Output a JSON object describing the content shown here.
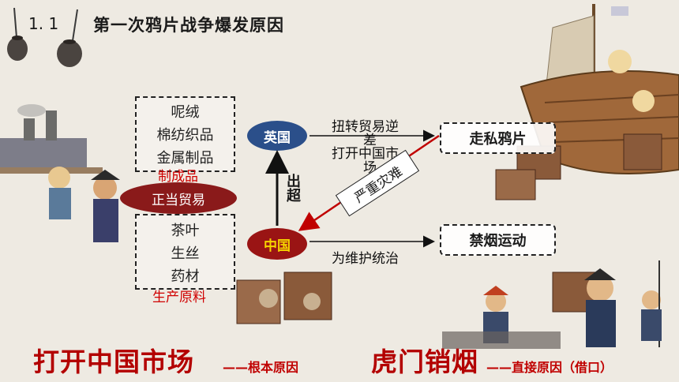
{
  "header": {
    "section_number": "1. 1",
    "title": "第一次鸦片战争爆发原因"
  },
  "left": {
    "manufactured_goods": [
      "呢绒",
      "棉纺织品",
      "金属制品"
    ],
    "manufactured_label": "制成品",
    "trade_label": "正当贸易",
    "raw_goods": [
      "茶叶",
      "生丝",
      "药材"
    ],
    "raw_label": "生产原料"
  },
  "center": {
    "britain": "英国",
    "china": "中国",
    "deficit": "出超",
    "reason_top_line1": "扭转贸易逆",
    "reason_top_line1_cont": "差",
    "reason_top_line2": "打开中国市",
    "reason_top_line2_cont": "场",
    "disaster": "严重灾难",
    "reason_bottom": "为维护统治"
  },
  "right": {
    "smuggling": "走私鸦片",
    "ban": "禁烟运动"
  },
  "bottom": {
    "open_market": "打开中国市场",
    "root_cause": "——根本原因",
    "humen": "虎门销烟",
    "direct_cause": "——直接原因（借口）"
  },
  "colors": {
    "britain": "#2b4f8a",
    "china": "#9a1414",
    "accent_red": "#d00000",
    "oval_red": "#8a1a1a"
  }
}
